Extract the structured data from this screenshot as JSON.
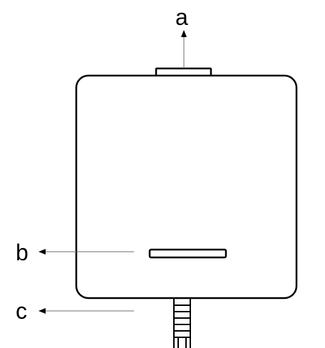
{
  "callouts": {
    "a": "a",
    "b": "b",
    "c": "c"
  },
  "colors": {
    "stroke": "#000000",
    "leader": "#6e6e6e",
    "background": "#ffffff"
  }
}
